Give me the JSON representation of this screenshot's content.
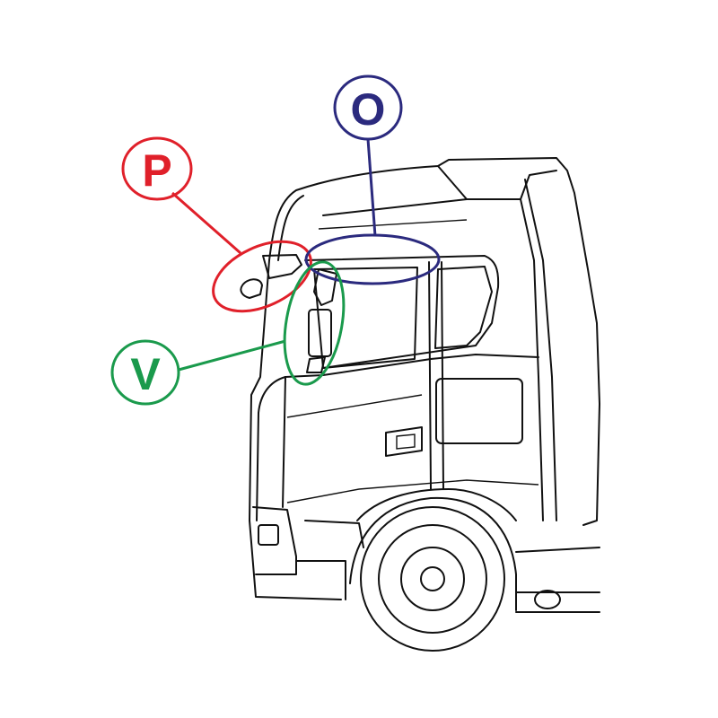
{
  "diagram": {
    "subject": "truck-cab-mirrors",
    "callouts": [
      {
        "id": "P",
        "label": "P",
        "color": "#e0202a"
      },
      {
        "id": "O",
        "label": "O",
        "color": "#2b2a7e"
      },
      {
        "id": "V",
        "label": "V",
        "color": "#1a9a4c"
      }
    ]
  }
}
